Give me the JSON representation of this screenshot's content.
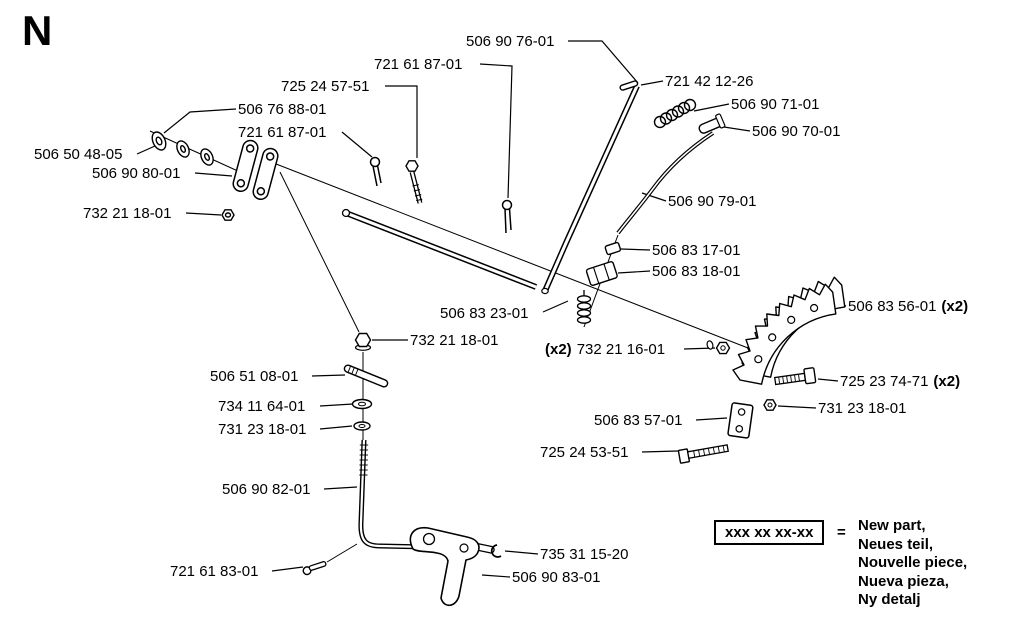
{
  "figure_letter": "N",
  "labels": [
    {
      "text": "506 90 76-01"
    },
    {
      "text": "721 61 87-01"
    },
    {
      "text": "725 24 57-51"
    },
    {
      "text": "721 42 12-26"
    },
    {
      "text": "506 76 88-01"
    },
    {
      "text": "506 90 71-01"
    },
    {
      "text": "721 61 87-01"
    },
    {
      "text": "506 90 70-01"
    },
    {
      "text": "506 50 48-05"
    },
    {
      "text": "506 90 80-01"
    },
    {
      "text": "506 90 79-01"
    },
    {
      "text": "732 21 18-01"
    },
    {
      "text": "506 83 17-01"
    },
    {
      "text": "506 83 18-01"
    },
    {
      "text": "506 83 23-01"
    },
    {
      "text": "506 83 56-01",
      "post": "(x2)"
    },
    {
      "text": "732 21 18-01"
    },
    {
      "pre": "(x2)",
      "text": "732 21 16-01"
    },
    {
      "text": "506 51 08-01"
    },
    {
      "text": "725 23 74-71",
      "post": "(x2)"
    },
    {
      "text": "734 11 64-01"
    },
    {
      "text": "731 23 18-01"
    },
    {
      "text": "731 23 18-01"
    },
    {
      "text": "506 83 57-01"
    },
    {
      "text": "725 24 53-51"
    },
    {
      "text": "506 90 82-01"
    },
    {
      "text": "735 31 15-20"
    },
    {
      "text": "721 61 83-01"
    },
    {
      "text": "506 90 83-01"
    }
  ],
  "legend": {
    "code_pattern": "xxx xx xx-xx",
    "equals_sign": "=",
    "meanings": [
      "New part,",
      "Neues teil,",
      "Nouvelle piece,",
      "Nueva pieza,",
      "Ny detalj"
    ]
  }
}
